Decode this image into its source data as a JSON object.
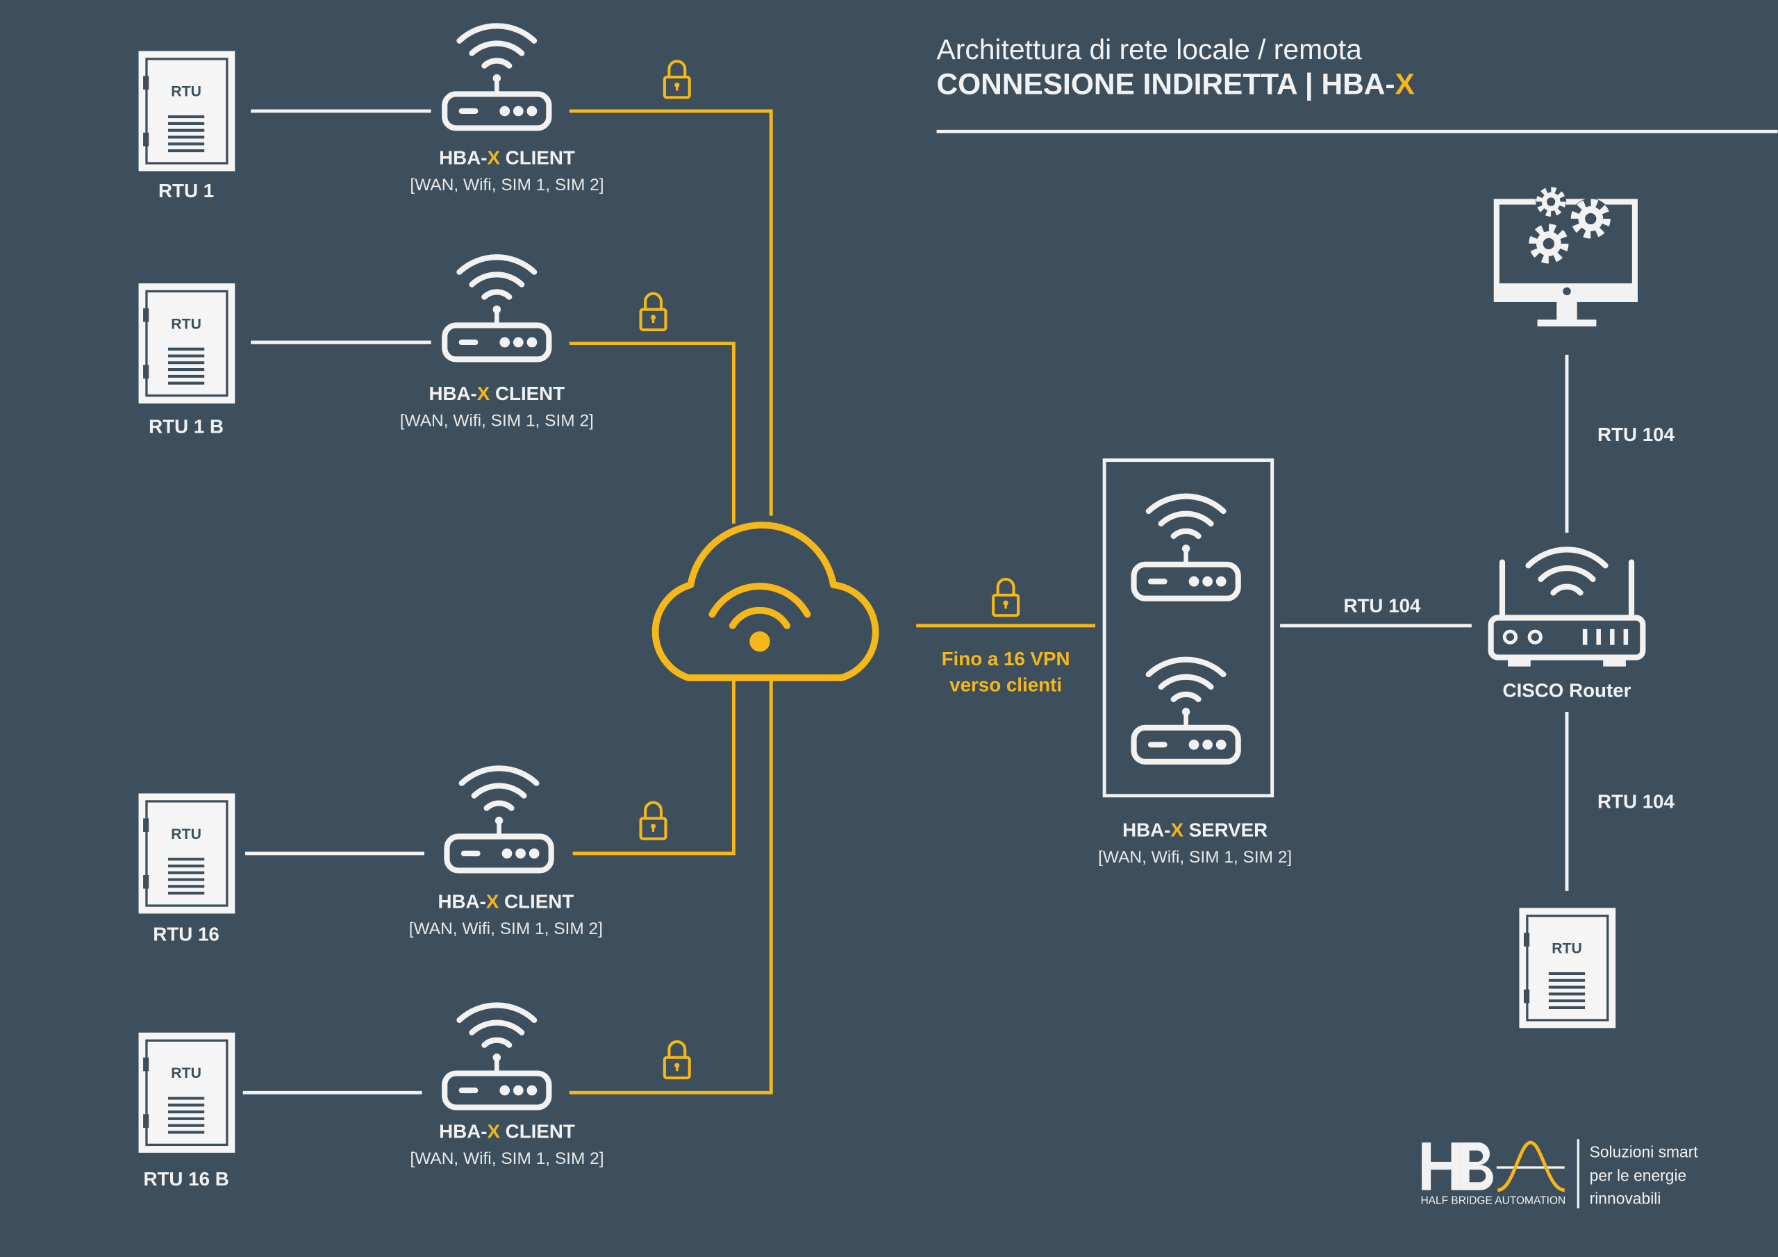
{
  "header": {
    "subtitle": "Architettura di rete locale / remota",
    "title_main": "CONNESIONE INDIRETTA | HBA-",
    "title_accent": "X"
  },
  "rtus": [
    {
      "tag": "RTU",
      "label": "RTU 1"
    },
    {
      "tag": "RTU",
      "label": "RTU 1 B"
    },
    {
      "tag": "RTU",
      "label": "RTU 16"
    },
    {
      "tag": "RTU",
      "label": "RTU 16 B"
    },
    {
      "tag": "RTU",
      "label": ""
    }
  ],
  "client": {
    "prefix": "HBA-",
    "accent": "X",
    "suffix": " CLIENT",
    "interfaces": "[WAN, Wifi, SIM 1, SIM 2]"
  },
  "server": {
    "prefix": "HBA-",
    "accent": "X",
    "suffix": " SERVER",
    "interfaces": "[WAN, Wifi, SIM 1, SIM 2]"
  },
  "vpn": {
    "line1": "Fino a 16 VPN",
    "line2": "verso clienti"
  },
  "links": {
    "server_router": "RTU 104",
    "router_scada": "RTU 104",
    "router_rtu": "RTU 104"
  },
  "cisco": {
    "label": "CISCO Router"
  },
  "logo": {
    "mark": "HB",
    "name": "HALF BRIDGE AUTOMATION",
    "tagline": [
      "Soluzioni smart",
      "per le energie",
      "rinnovabili"
    ]
  },
  "colors": {
    "background": "#3d4f5c",
    "accent": "#f5b71a",
    "foreground": "#f2f2f2"
  }
}
